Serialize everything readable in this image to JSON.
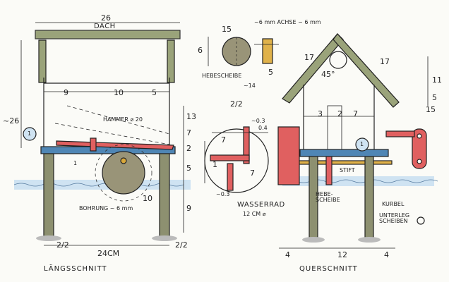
{
  "longitudinal": {
    "title": "LÄNGSSCHNITT",
    "roof_label": "DACH",
    "top_width": "26",
    "base_width": "24CM",
    "side_height": "~26",
    "dim_9": "9",
    "dim_10": "10",
    "dim_5": "5",
    "dim_13": "13",
    "dim_7": "7",
    "dim_2": "2",
    "dim_right_5": "5",
    "dim_right_9": "9",
    "dim_bottom_10": "10",
    "hammer_label": "HAMMER ⌀ 20",
    "bore_label": "BOHRUNG ~ 6 mm",
    "left_half": "2/2",
    "right_half": "2/2",
    "marker": "1",
    "dim_small_1": "1"
  },
  "wheel_detail": {
    "title": "WASSERRAD",
    "size": "12 CM ⌀",
    "dim_2_2": "2/2",
    "dim_0_3": "~0.3",
    "dim_0_4": "0.4",
    "dim_7a": "7",
    "dim_7b": "7",
    "dim_0_3b": "~0.3",
    "dim_1": "1"
  },
  "lifter_detail": {
    "label": "HEBESCHEIBE",
    "axle_label": "~6 mm ACHSE ~ 6 mm",
    "dim_15": "15",
    "dim_6": "6",
    "dim_5": "5",
    "dim_14": "~14"
  },
  "cross_section": {
    "title": "QUERSCHNITT",
    "angle": "45°",
    "roof_left": "17",
    "roof_right": "17",
    "dim_3": "3",
    "dim_2": "2",
    "dim_7": "7",
    "dim_11": "11",
    "dim_4": "4",
    "dim_12": "12",
    "dim_4b": "4",
    "dim_5": "5",
    "dim_15": "15",
    "stift_label": "STIFT",
    "lifter_label": "HEBE- SCHEIBE",
    "crank_label": "KURBEL",
    "washer_label": "UNTERLEG SCHEIBEN",
    "marker": "1"
  }
}
